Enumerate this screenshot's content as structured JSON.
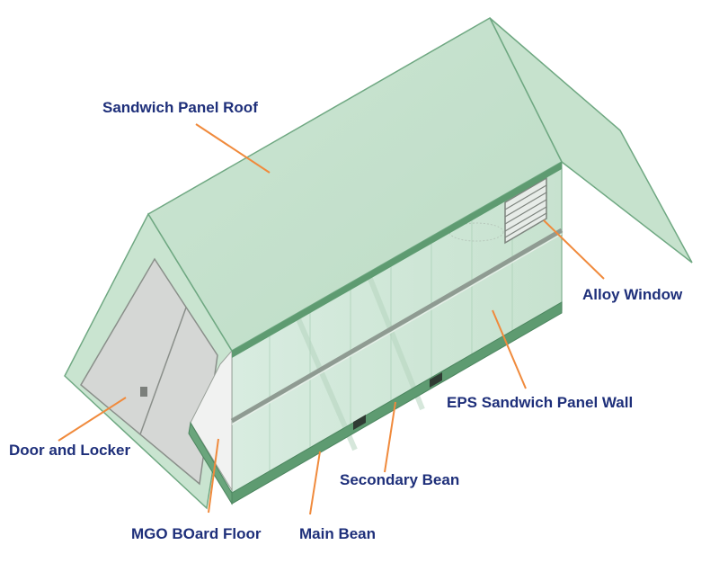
{
  "labels": {
    "roof": "Sandwich Panel Roof",
    "window": "Alloy Window",
    "wall": "EPS Sandwich Panel Wall",
    "door": "Door and Locker",
    "secondary_beam": "Secondary Bean",
    "floor": "MGO BOard Floor",
    "main_beam": "Main Bean"
  },
  "colors": {
    "label_text": "#1e2f7a",
    "leader_line": "#f08a3c",
    "panel_green": "#cfe6d4",
    "panel_edge": "#5d9b70",
    "door_grey": "#d4d6d4"
  }
}
